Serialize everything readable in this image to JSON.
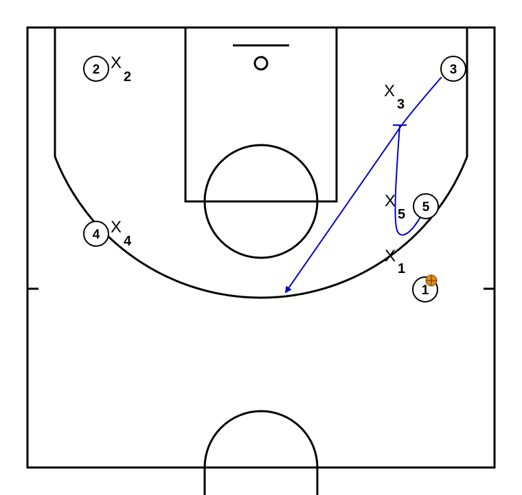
{
  "diagram": {
    "colors": {
      "court_lines": "#000000",
      "action_lines": "#0000cc",
      "ball": "#e08a1e",
      "background": "#ffffff"
    },
    "offense": [
      {
        "id": "1",
        "label": "1",
        "has_ball": true
      },
      {
        "id": "2",
        "label": "2"
      },
      {
        "id": "3",
        "label": "3"
      },
      {
        "id": "4",
        "label": "4"
      },
      {
        "id": "5",
        "label": "5"
      }
    ],
    "defense": [
      {
        "id": "x1",
        "mark": "X",
        "sub": "1"
      },
      {
        "id": "x2",
        "mark": "X",
        "sub": "2"
      },
      {
        "id": "x3",
        "mark": "X",
        "sub": "3"
      },
      {
        "id": "x4",
        "mark": "X",
        "sub": "4"
      },
      {
        "id": "x5",
        "mark": "X",
        "sub": "5"
      }
    ],
    "actions": [
      {
        "type": "screen",
        "player": "5"
      },
      {
        "type": "cut",
        "player": "3"
      }
    ]
  }
}
